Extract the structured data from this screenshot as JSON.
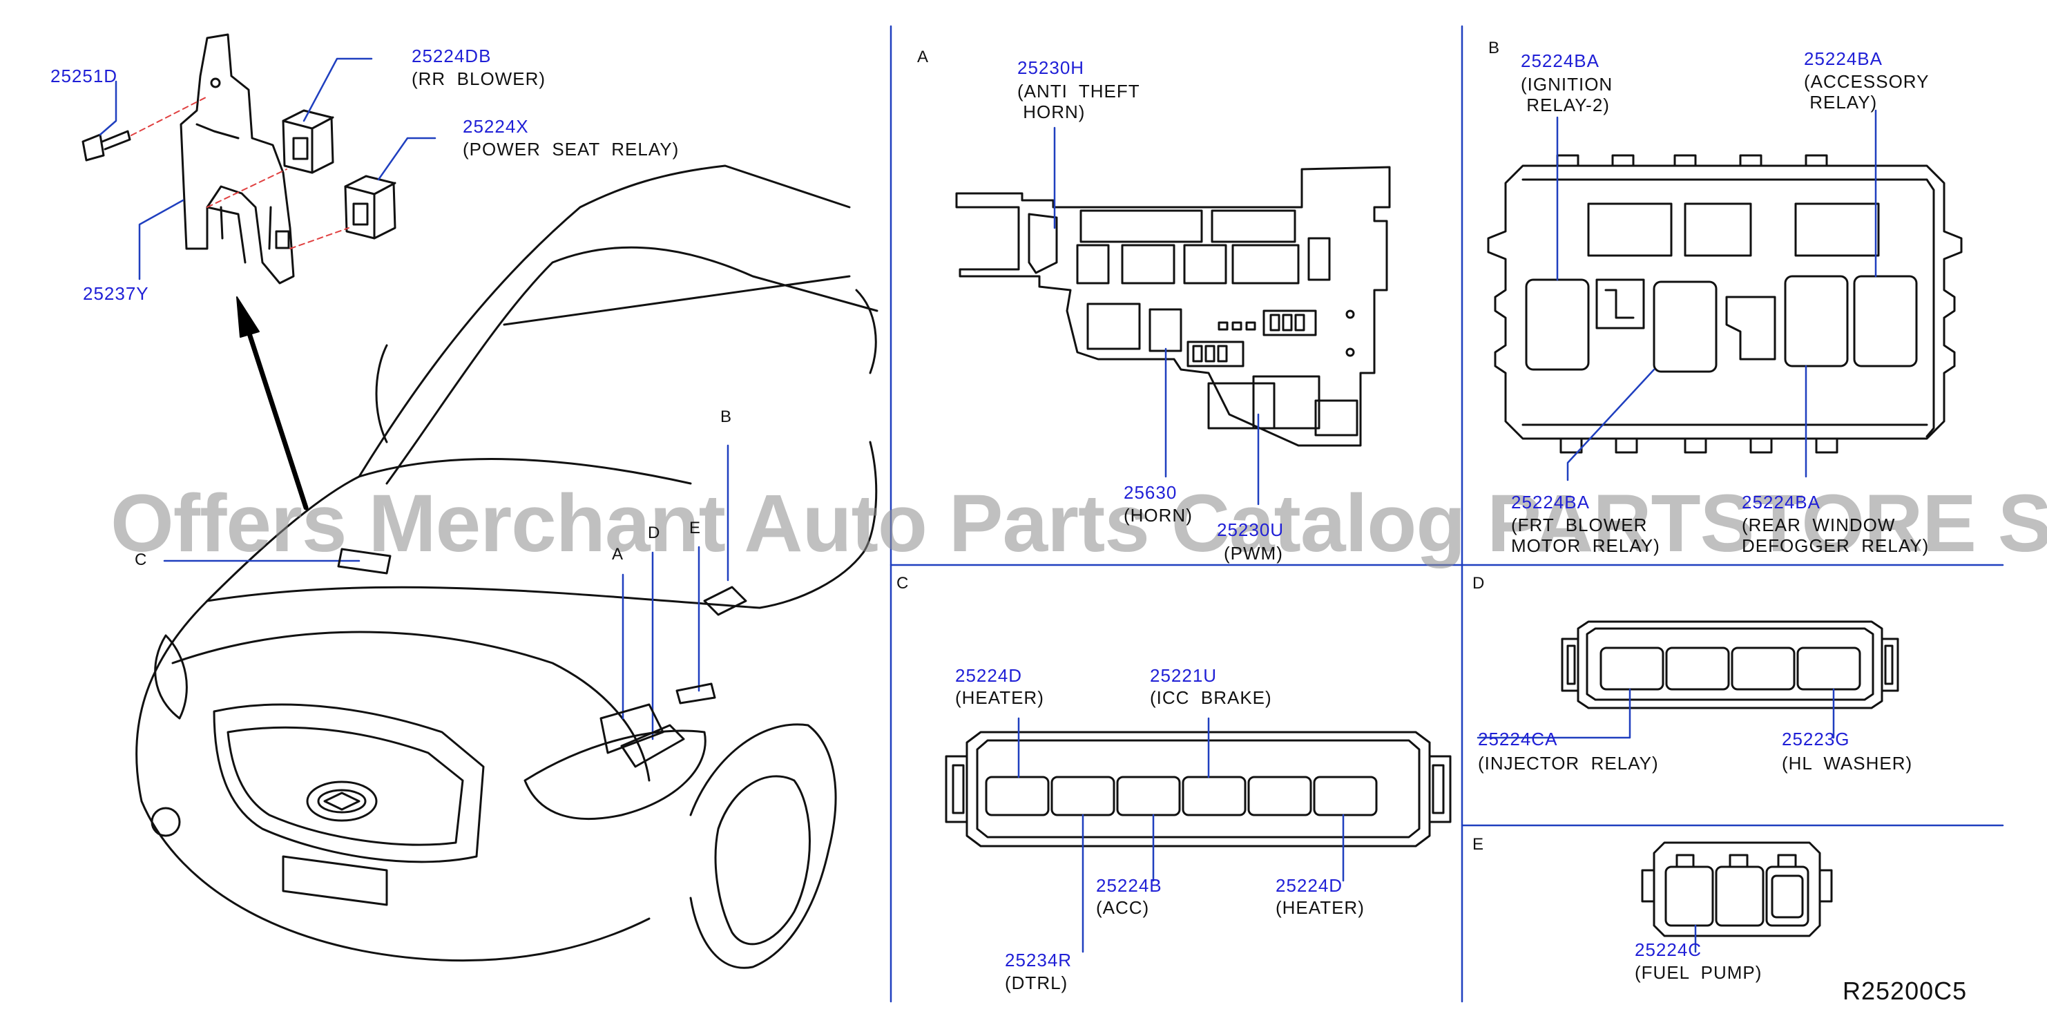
{
  "diagram": {
    "reference": "R25200C5",
    "watermark": "Offers Merchant Auto Parts Catalog PARTSTORE SA",
    "colors": {
      "part_number": "#1f1fd6",
      "line": "#1f3fbf",
      "ink": "#111111",
      "leader_dash": "#e04040"
    },
    "overview": {
      "parts": [
        {
          "number": "25251D",
          "desc": ""
        },
        {
          "number": "25224DB",
          "desc": "(RR  BLOWER)"
        },
        {
          "number": "25224X",
          "desc": "(POWER  SEAT  RELAY)"
        },
        {
          "number": "25237Y",
          "desc": ""
        }
      ],
      "location_letters": [
        "A",
        "B",
        "C",
        "D",
        "E"
      ]
    },
    "sections": {
      "A": {
        "label": "A",
        "parts": [
          {
            "number": "25230H",
            "desc": "(ANTI  THEFT\n HORN)"
          },
          {
            "number": "25630",
            "desc": "(HORN)"
          },
          {
            "number": "25230U",
            "desc": "(PWM)"
          }
        ]
      },
      "B": {
        "label": "B",
        "parts": [
          {
            "number": "25224BA",
            "desc": "(IGNITION\n RELAY-2)"
          },
          {
            "number": "25224BA",
            "desc": "(ACCESSORY\n RELAY)"
          },
          {
            "number": "25224BA",
            "desc": "(FRT  BLOWER\nMOTOR  RELAY)"
          },
          {
            "number": "25224BA",
            "desc": "(REAR  WINDOW\nDEFOGGER  RELAY)"
          }
        ]
      },
      "C": {
        "label": "C",
        "parts": [
          {
            "number": "25224D",
            "desc": "(HEATER)"
          },
          {
            "number": "25221U",
            "desc": "(ICC  BRAKE)"
          },
          {
            "number": "25224B",
            "desc": "(ACC)"
          },
          {
            "number": "25224D",
            "desc": "(HEATER)"
          },
          {
            "number": "25234R",
            "desc": "(DTRL)"
          }
        ]
      },
      "D": {
        "label": "D",
        "parts": [
          {
            "number": "25224CA",
            "desc": "(INJECTOR  RELAY)"
          },
          {
            "number": "25223G",
            "desc": "(HL  WASHER)"
          }
        ]
      },
      "E": {
        "label": "E",
        "parts": [
          {
            "number": "25224C",
            "desc": "(FUEL  PUMP)"
          }
        ]
      }
    }
  }
}
